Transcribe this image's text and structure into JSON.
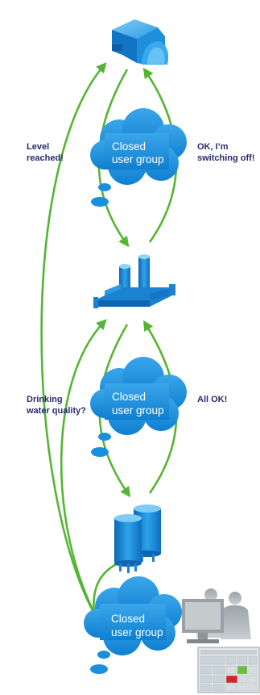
{
  "colors": {
    "arrow": "#55b533",
    "cloud": "#1a8fdb",
    "cloud_light": "#5db9ee",
    "label_text": "#2b2a6e",
    "object_blue": "#1b82cf"
  },
  "clouds": [
    {
      "line1": "Closed",
      "line2": "user group"
    },
    {
      "line1": "Closed",
      "line2": "user group"
    },
    {
      "line1": "Closed",
      "line2": "user group"
    }
  ],
  "labels": {
    "level_reached": {
      "line1": "Level",
      "line2": "reached!"
    },
    "switching_off": {
      "line1": "OK, I’m",
      "line2": "switching off!"
    },
    "drinking_water": {
      "line1": "Drinking",
      "line2": "water quality?"
    },
    "all_ok": {
      "line1": "All OK!"
    }
  },
  "icons": {
    "top": "water-tower-icon",
    "middle": "pipe-manifold-icon",
    "bottom": "storage-tanks-icon",
    "operators": "operators-icon",
    "monitor": "control-monitor-icon",
    "touch_panel": "touch-panel-icon"
  }
}
